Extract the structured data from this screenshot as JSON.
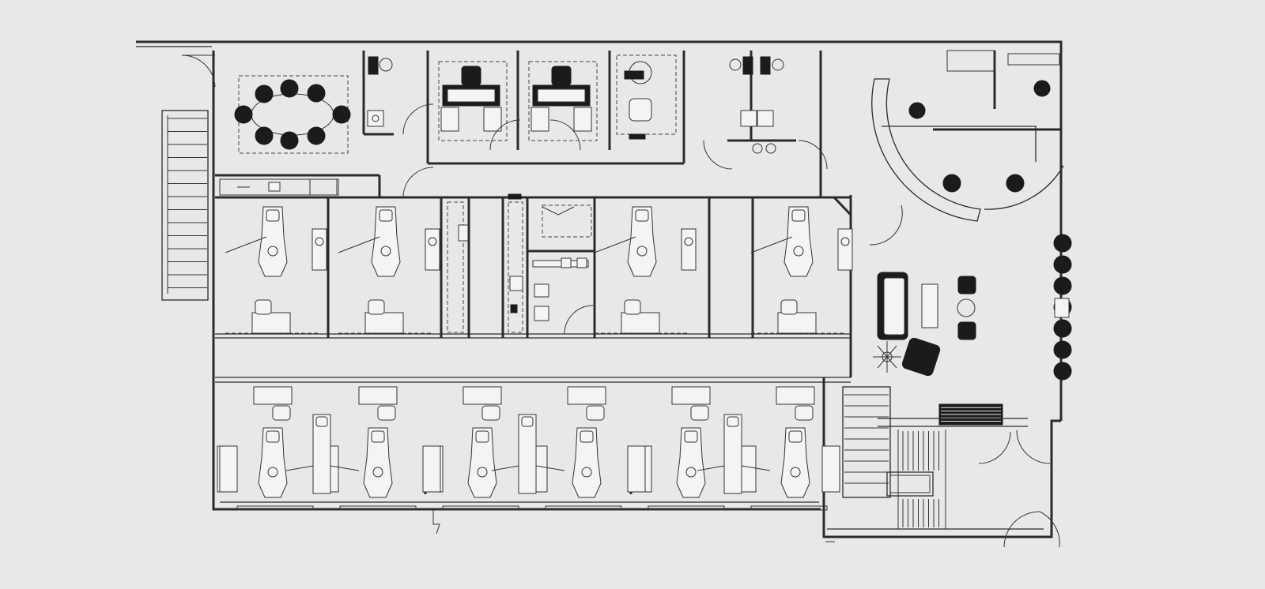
{
  "canvas": {
    "background": "#e7e8ea",
    "line_color": "#2b2b2b",
    "fixture_fill": "#f4f4f4",
    "dark_fill": "#1b1b1b"
  },
  "symbols": [
    "staircase",
    "conference-table",
    "dental-chair",
    "sink",
    "desk",
    "door-swing",
    "sofa",
    "armchair",
    "potted-plant",
    "reception-counter",
    "bench"
  ]
}
